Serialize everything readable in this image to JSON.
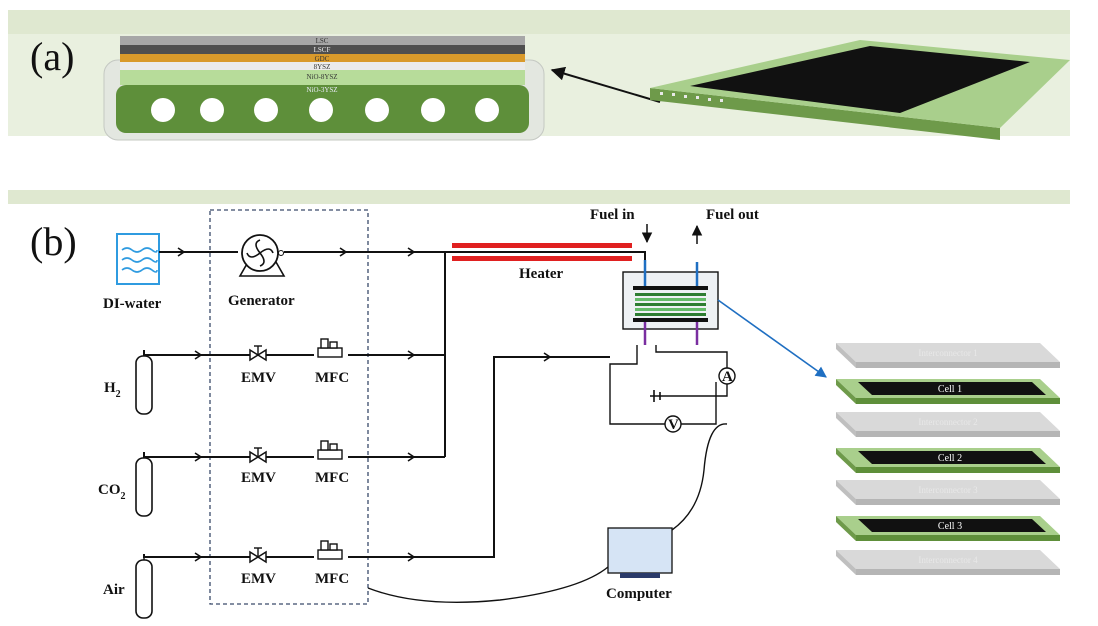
{
  "panel_a": {
    "tag": "(a)",
    "layers": [
      "LSC",
      "LSCF",
      "GDC",
      "8YSZ",
      "NiO-8YSZ",
      "NiO-3YSZ"
    ]
  },
  "panel_b": {
    "tag": "(b)",
    "labels": {
      "di_water": "DI-water",
      "generator": "Generator",
      "h2": "H",
      "h2_sub": "2",
      "co2": "CO",
      "co2_sub": "2",
      "air": "Air",
      "emv": "EMV",
      "mfc": "MFC",
      "heater": "Heater",
      "fuel_in": "Fuel in",
      "fuel_out": "Fuel out",
      "computer": "Computer",
      "ammeter": "A",
      "voltmeter": "V"
    },
    "stack": [
      "Interconnector 1",
      "Cell 1",
      "Interconnector 2",
      "Cell 2",
      "Interconnector 3",
      "Cell 3",
      "Interconnector 4"
    ]
  },
  "colors": {
    "band": "#dfe8d0",
    "green": "#5e8f3a",
    "green_light": "#a9cf8c",
    "heater": "#e02020",
    "water": "#2f9be0",
    "arrow_blue": "#1f6fc2",
    "purple": "#7a2ea0",
    "computer": "#d6e4f5"
  }
}
